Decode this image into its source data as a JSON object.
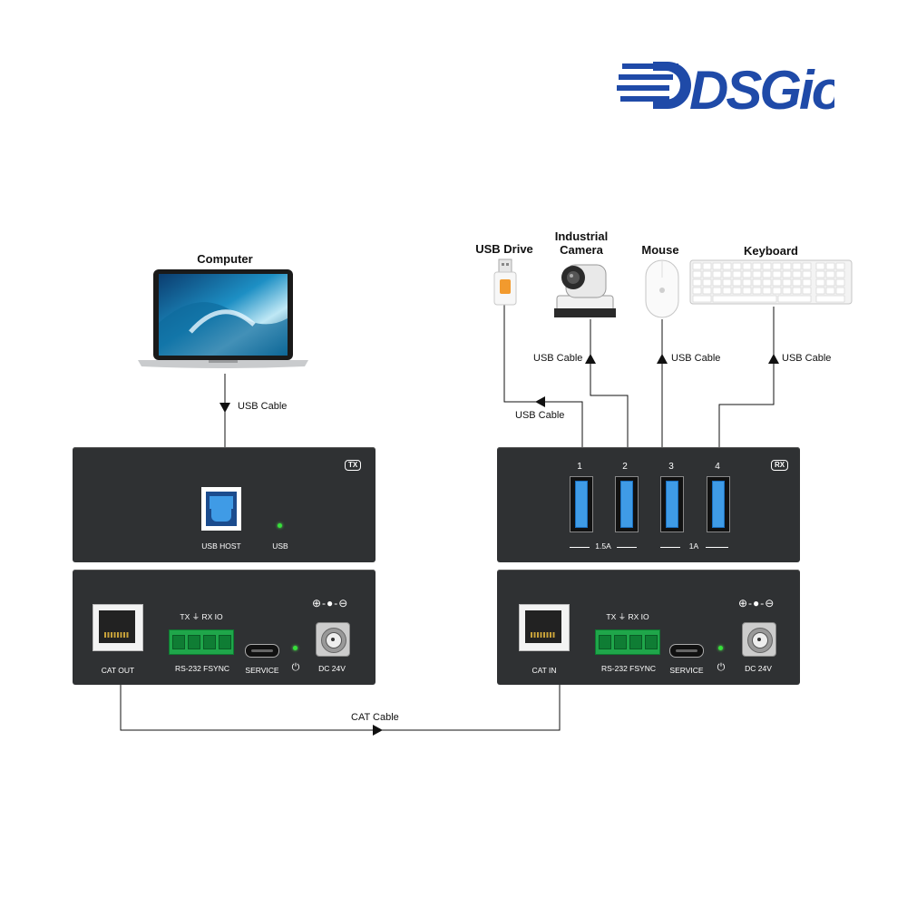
{
  "brand": {
    "logo_text": "DSGio",
    "color": "#1f4aa8"
  },
  "devices": {
    "computer": "Computer",
    "usb_drive": "USB Drive",
    "industrial_camera_line1": "Industrial",
    "industrial_camera_line2": "Camera",
    "mouse": "Mouse",
    "keyboard": "Keyboard"
  },
  "cables": {
    "usb_computer": "USB Cable",
    "usb_camera": "USB Cable",
    "usb_mouse": "USB Cable",
    "usb_keyboard": "USB Cable",
    "usb_drive": "USB Cable",
    "cat": "CAT Cable"
  },
  "tx": {
    "badge": "TX",
    "usb_host_label": "USB HOST",
    "usb_led_label": "USB",
    "cat_label": "CAT OUT",
    "rs232_pins": "TX  ⏚  RX  IO",
    "rs232_label": "RS-232  FSYNC",
    "service_label": "SERVICE",
    "dc_label": "DC 24V",
    "dc_polarity": "⊕-●-⊖",
    "power_icon": "⏻"
  },
  "rx": {
    "badge": "RX",
    "ports": [
      "1",
      "2",
      "3",
      "4"
    ],
    "current_15": "1.5A",
    "current_1": "1A",
    "cat_label": "CAT IN",
    "rs232_pins": "TX  ⏚  RX  IO",
    "rs232_label": "RS-232  FSYNC",
    "service_label": "SERVICE",
    "dc_label": "DC 24V",
    "dc_polarity": "⊕-●-⊖",
    "power_icon": "⏻"
  },
  "colors": {
    "panel": "#2f3133",
    "usb_blue": "#3f9be6",
    "terminal_green": "#1fa64a",
    "led_green": "#36e03a"
  }
}
